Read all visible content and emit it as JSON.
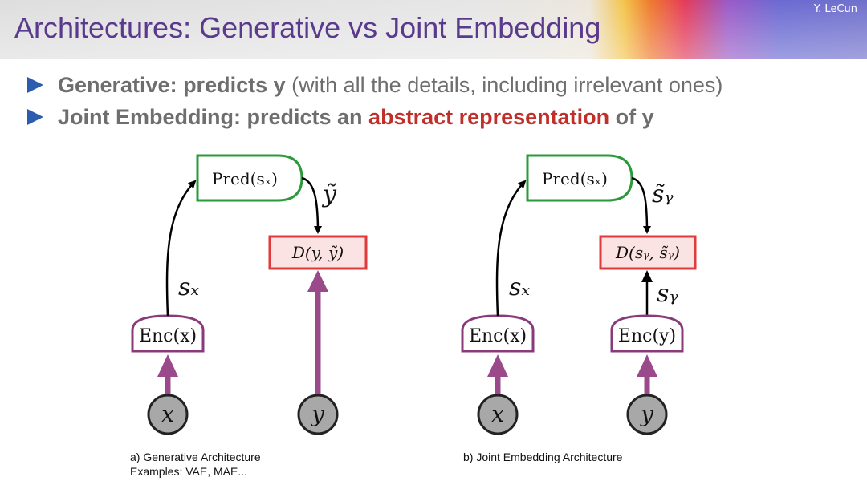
{
  "header": {
    "title": "Architectures: Generative vs Joint Embedding",
    "author": "Y. LeCun"
  },
  "bullets": [
    {
      "bold": "Generative: predicts y",
      "rest": "(with all the details, including irrelevant ones)"
    },
    {
      "bold": "Joint Embedding: predicts an",
      "highlight": "abstract representation",
      "tail": "of y"
    }
  ],
  "diagram_a": {
    "pred": "Pred(sₓ)",
    "pred_out": "ỹ",
    "energy": "D(y, ỹ)",
    "enc": "Enc(x)",
    "s_label": "sₓ",
    "x_node": "x",
    "y_node": "y",
    "caption_line1": "a) Generative Architecture",
    "caption_line2": "Examples: VAE, MAE..."
  },
  "diagram_b": {
    "pred": "Pred(sₓ)",
    "pred_out": "s̃ᵧ",
    "energy": "D(sᵧ, s̃ᵧ)",
    "enc_x": "Enc(x)",
    "enc_y": "Enc(y)",
    "s_label": "sₓ",
    "sy_label": "sᵧ",
    "x_node": "x",
    "y_node": "y",
    "caption_line1": "b) Joint Embedding Architecture"
  },
  "colors": {
    "title": "#5a3a8c",
    "bullet_arrow": "#2a5db0",
    "highlight": "#c0302a",
    "pred_border": "#2a9a3a",
    "energy_border": "#e03a3a",
    "energy_fill": "#fbe3e3",
    "encoder_border": "#8a3a7a",
    "thick_arrow": "#9a4a8a",
    "node_fill": "#a8a8a8"
  }
}
